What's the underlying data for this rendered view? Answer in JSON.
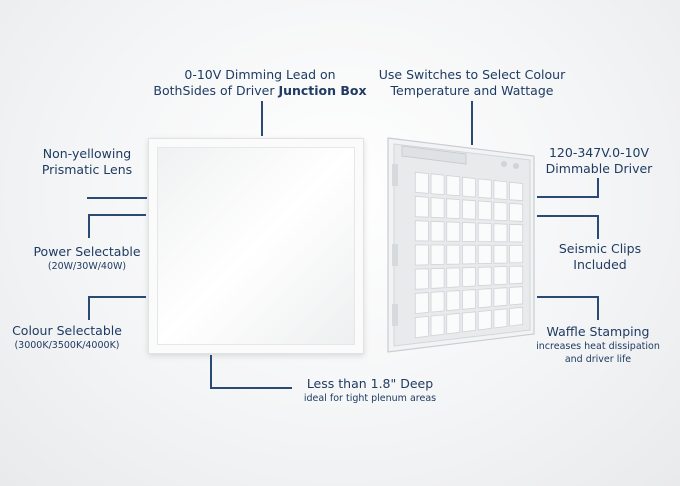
{
  "labels": {
    "dimming_lead": {
      "line1": "0-10V Dimming Lead on",
      "line2_prefix": "BothSides of Driver ",
      "line2_bold": "Junction Box"
    },
    "switches": {
      "line1": "Use Switches to Select Colour",
      "line2": "Temperature and Wattage"
    },
    "lens": {
      "line1": "Non-yellowing",
      "line2": "Prismatic Lens"
    },
    "power": {
      "title": "Power Selectable",
      "sub": "(20W/30W/40W)"
    },
    "colour": {
      "title": "Colour Selectable",
      "sub": "(3000K/3500K/4000K)"
    },
    "driver": {
      "line1": "120-347V.0-10V",
      "line2": "Dimmable Driver"
    },
    "seismic": {
      "line1": "Seismic Clips",
      "line2": "Included"
    },
    "waffle": {
      "title": "Waffle Stamping",
      "sub1": "increases heat dissipation",
      "sub2": "and driver life"
    },
    "depth": {
      "title": "Less than 1.8\" Deep",
      "sub": "ideal for tight plenum areas"
    }
  },
  "colors": {
    "text": "#1f3b62",
    "line": "#2a4a75"
  }
}
